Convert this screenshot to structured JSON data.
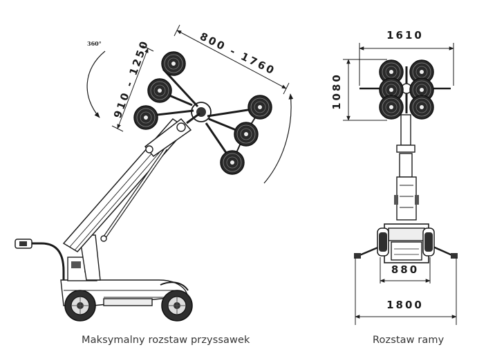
{
  "left_view": {
    "rotation_label": "360°",
    "dim_reach": "800 - 1760",
    "dim_height": "910 - 1250",
    "caption": "Maksymalny rozstaw przyssawek"
  },
  "right_view": {
    "dim_top_width": "1610",
    "dim_height": "1080",
    "dim_inner_width": "880",
    "dim_outer_width": "1800",
    "caption": "Rozstaw ramy"
  },
  "colors": {
    "line": "#1a1a1a",
    "pad_fill": "#2a2a2a",
    "caption": "#333333"
  }
}
